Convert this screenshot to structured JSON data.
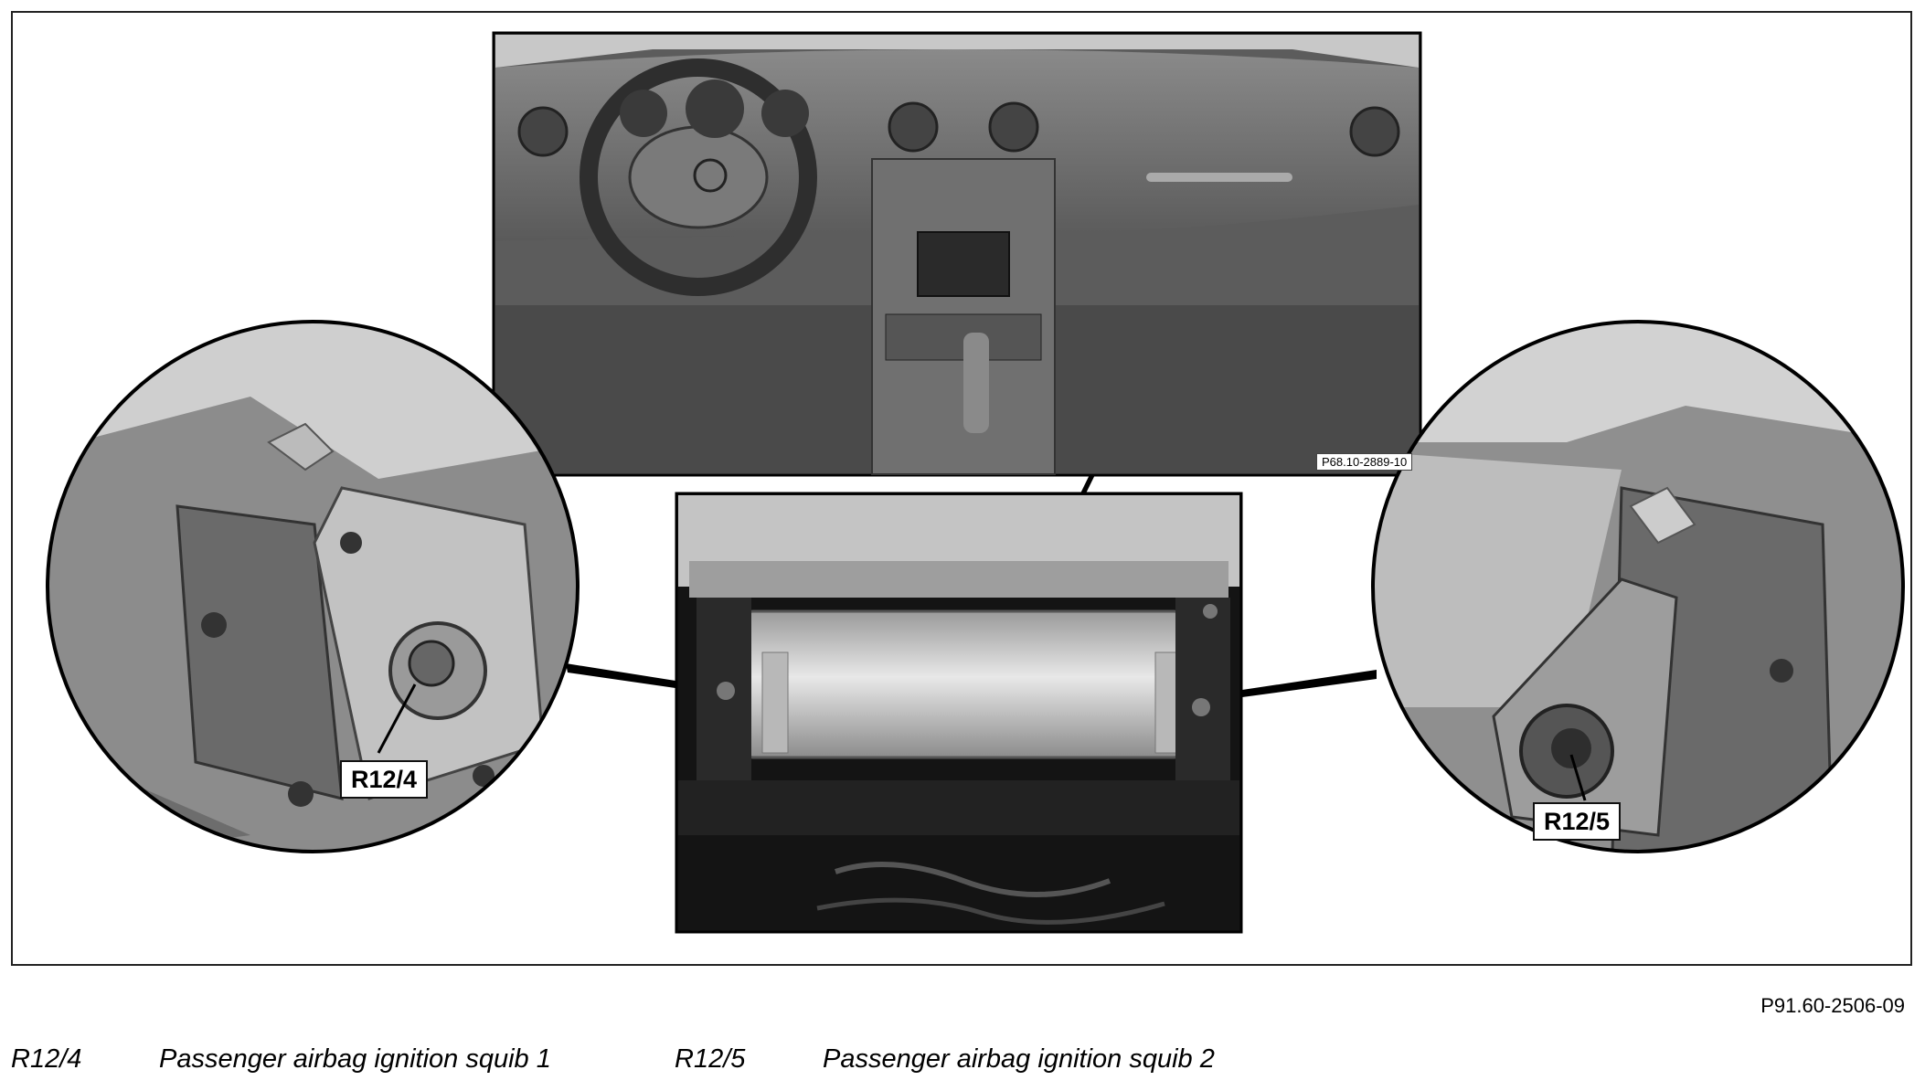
{
  "figure": {
    "top_photo_code": "P68.10-2889-10",
    "callout_left": "R12/4",
    "callout_right": "R12/5",
    "figure_id": "P91.60-2506-09"
  },
  "legend": [
    {
      "code": "R12/4",
      "description": "Passenger airbag ignition squib 1"
    },
    {
      "code": "R12/5",
      "description": "Passenger airbag ignition squib 2"
    }
  ]
}
